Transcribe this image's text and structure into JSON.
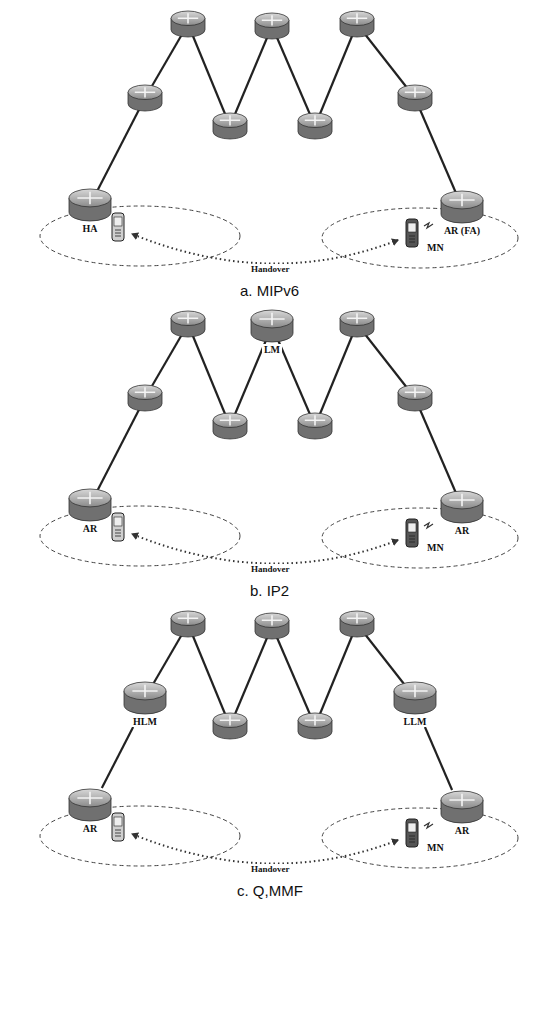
{
  "diagram": {
    "nodes": [
      {
        "text": [
          "HA"
        ]
      },
      {
        "text": [
          "AR (FA)"
        ]
      },
      {
        "text": [
          "LM"
        ]
      },
      {
        "text": [
          "AR"
        ]
      },
      {
        "text": [
          "AR"
        ]
      },
      {
        "text": [
          "HLM"
        ]
      },
      {
        "text": [
          "LLM"
        ]
      },
      {
        "text": [
          "AR"
        ]
      },
      {
        "text": [
          "AR"
        ]
      }
    ],
    "edges": [
      {
        "from": 7,
        "to": 5,
        "arrow": "none"
      },
      {
        "from": 6,
        "to": 8,
        "arrow": "none"
      }
    ],
    "labels": [
      "MN",
      "Handover",
      "a. MIPv6",
      "MN",
      "Handover",
      "b. IP2",
      "MN",
      "Handover",
      "c. Q,MMF"
    ]
  }
}
